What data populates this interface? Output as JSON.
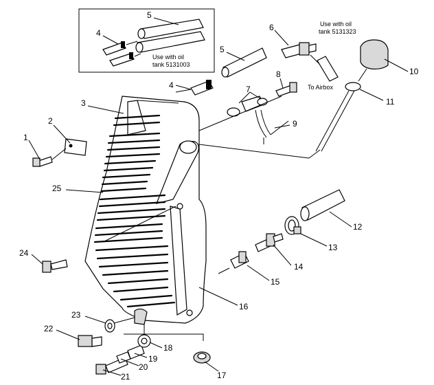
{
  "callouts": {
    "c1": "1",
    "c2": "2",
    "c3": "3",
    "c4a": "4",
    "c4b": "4",
    "c5a": "5",
    "c5b": "5",
    "c6": "6",
    "c7": "7",
    "c8": "8",
    "c9": "9",
    "c10": "10",
    "c11": "11",
    "c12": "12",
    "c13": "13",
    "c14": "14",
    "c15": "15",
    "c16": "16",
    "c17": "17",
    "c18": "18",
    "c19": "19",
    "c20": "20",
    "c21": "21",
    "c22": "22",
    "c23": "23",
    "c24": "24",
    "c25": "25"
  },
  "notes": {
    "inset_line1": "Use with oil",
    "inset_line2": "tank 5131003",
    "top_line1": "Use with oil",
    "top_line2": "tank 5131323",
    "airbox": "To Airbox"
  }
}
